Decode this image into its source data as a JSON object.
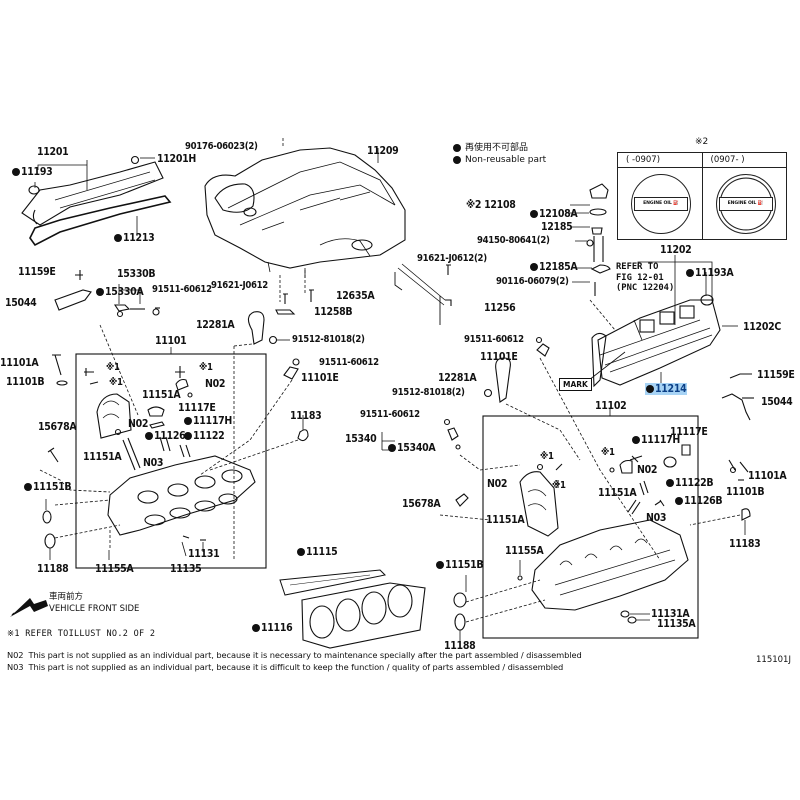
{
  "diagram": {
    "figure_id": "115101J",
    "legend": {
      "japanese": "再使用不可部品",
      "english": "Non-reusable part"
    },
    "oil_cap_table": {
      "note_marker": "※2",
      "columns": [
        "(      -0907)",
        "(0907-      )"
      ],
      "cap_text": "ENGINE OIL"
    },
    "refer_box": {
      "lines": [
        "REFER TO",
        "FIG 12-01",
        "(PNC 12204)"
      ]
    },
    "mark_label": "MARK",
    "vehicle_front": {
      "japanese": "車両前方",
      "english": "VEHICLE FRONT SIDE"
    },
    "ref_note": "※1 REFER TOILLUST NO.2 OF 2",
    "notes": [
      {
        "code": "N02",
        "text": "This part is not supplied as an individual part, because it is necessary to maintenance specially after the part assembled / disassembled"
      },
      {
        "code": "N03",
        "text": "This part is not supplied as an individual part, because it is difficult to keep the function / quality of parts  assembled / disassembled"
      }
    ],
    "labels": {
      "p11201": "11201",
      "p11193": "11193",
      "p11201H": "11201H",
      "p11213": "11213",
      "p90176": "90176-06023(2)",
      "p11209": "11209",
      "p12108": "※2 12108",
      "p12108A": "12108A",
      "p12185": "12185",
      "p94150": "94150-80641(2)",
      "p12185A": "12185A",
      "p90116": "90116-06079(2)",
      "p11202": "11202",
      "p11193A": "11193A",
      "p11202C": "11202C",
      "p11214": "11214",
      "p11159E_r": "11159E",
      "p15044_r": "15044",
      "p11159E_l": "11159E",
      "p15044_l": "15044",
      "p15330B": "15330B",
      "p15330A": "15330A",
      "p91511_a": "91511-60612",
      "p91621_a": "91621-J0612",
      "p12635A": "12635A",
      "p11258B": "11258B",
      "p91621_b": "91621-J0612(2)",
      "p11256": "11256",
      "p12281A_l": "12281A",
      "p91512_l": "91512-81018(2)",
      "p91511_b": "91511-60612",
      "p11101E_l": "11101E",
      "p11101": "11101",
      "p11101A_l": "11101A",
      "p11101B_l": "11101B",
      "p15678A_l": "15678A",
      "p11183_l": "11183",
      "p11151B_l": "11151B",
      "p11188_l": "11188",
      "p11155A_l": "11155A",
      "p11131": "11131",
      "p11135": "11135",
      "p11151A_l1": "11151A",
      "p11151A_l2": "11151A",
      "p11117E_l": "11117E",
      "p11117H_l": "11117H",
      "p11126": "11126",
      "p11122": "11122",
      "p N02_l1": "N02",
      "pN02_l1": "N02",
      "pN02_l2": "N02",
      "pN03_l": "N03",
      "pX1_a": "※1",
      "pX1_b": "※1",
      "pX1_c": "※1",
      "p91511_c": "91511-60612",
      "p11101E_r": "11101E",
      "p12281A_r": "12281A",
      "p91512_r": "91512-81018(2)",
      "p91511_d": "91511-60612",
      "p15340": "15340",
      "p15340A": "15340A",
      "p15678A_r": "15678A",
      "p11102": "11102",
      "pN02_r1": "N02",
      "pN02_r2": "N02",
      "pN03_r": "N03",
      "pX1_d": "※1",
      "pX1_e": "※1",
      "pX1_f": "※1",
      "p11151A_r1": "11151A",
      "p11151A_r2": "11151A",
      "p11117H_r": "11117H",
      "p11117E_r": "11117E",
      "p11122B": "11122B",
      "p11126B": "11126B",
      "p11101A_r": "11101A",
      "p11101B_r": "11101B",
      "p11183_r": "11183",
      "p11155A_r": "11155A",
      "p11151B_r": "11151B",
      "p11188_r": "11188",
      "p11131A": "11131A",
      "p11135A": "11135A",
      "p11115": "11115",
      "p11116": "11116"
    }
  }
}
